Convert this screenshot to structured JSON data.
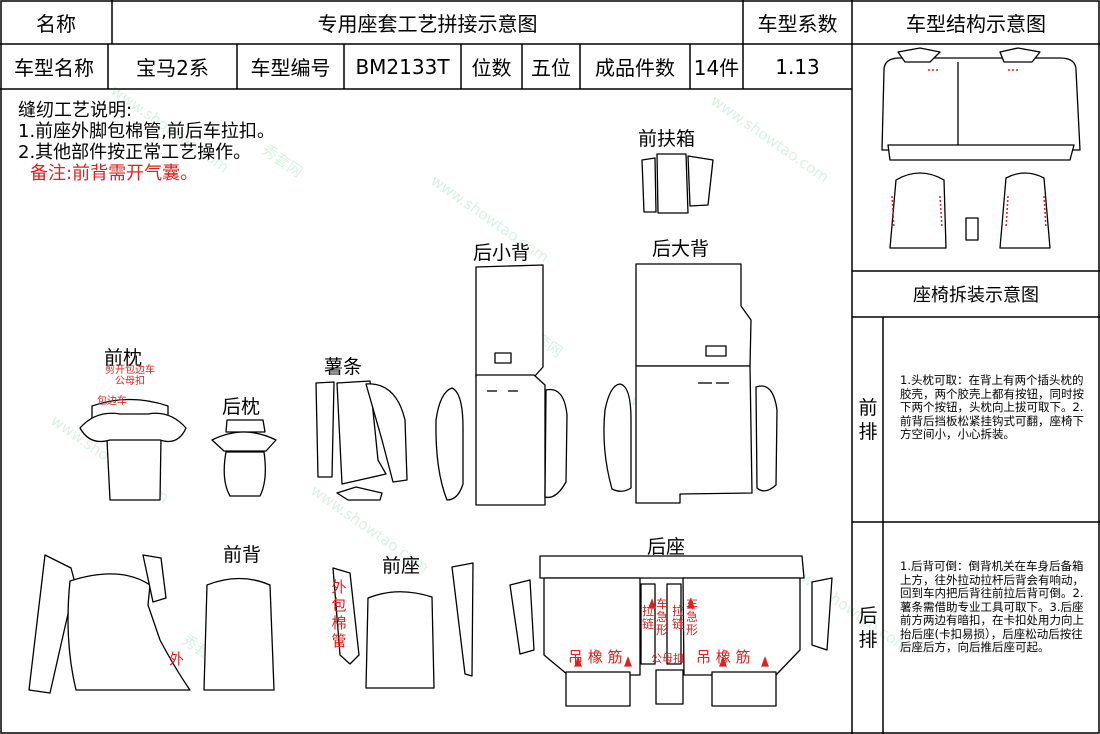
{
  "header": {
    "name_label": "名称",
    "title": "专用座套工艺拼接示意图",
    "coef_label": "车型系数",
    "structure_label": "车型结构示意图"
  },
  "info": {
    "model_name_label": "车型名称",
    "model_name": "宝马2系",
    "model_code_label": "车型编号",
    "model_code": "BM2133T",
    "seats_label": "位数",
    "seats": "五位",
    "pieces_label": "成品件数",
    "pieces": "14件",
    "coef": "1.13"
  },
  "notes": {
    "heading": "缝纫工艺说明:",
    "line1": "1.前座外脚包棉管,前后车拉扣。",
    "line2": "2.其他部件按正常工艺操作。",
    "remark": "备注:前背需开气囊。"
  },
  "parts": {
    "front_armrest": "前扶箱",
    "rear_small_back": "后小背",
    "rear_big_back": "后大背",
    "front_headrest": "前枕",
    "rear_headrest": "后枕",
    "strip": "薯条",
    "front_back": "前背",
    "front_seat": "前座",
    "rear_seat": "后座"
  },
  "annotations": {
    "headrest_note": "剪开包边车公母扣",
    "piping": "包边车",
    "outer": "外",
    "outer_piping": [
      "外",
      "包",
      "棉",
      "管"
    ],
    "hang_reed_left": "吊 橡 筋",
    "hang_reed_right": "吊 橡 筋",
    "snap": "公母扣",
    "pull_deform_1": [
      "拉",
      "链"
    ],
    "pull_deform_2": [
      "车",
      "急",
      "形"
    ],
    "pull_deform_3": [
      "拉",
      "链"
    ],
    "pull_deform_4": [
      "车",
      "急",
      "形"
    ]
  },
  "sidebar": {
    "disassembly_title": "座椅拆装示意图",
    "front_row_label": "前排",
    "front_row_text": "1.头枕可取：在背上有两个插头枕的胶壳，两个胶壳上都有按钮，同时按下两个按钮，头枕向上拔可取下。2.前背后挡板松紧挂钩式可翻，座椅下方空间小，小心拆装。",
    "rear_row_label": "后排",
    "rear_row_text": "1.后背可倒：倒背机关在车身后备箱上方，往外拉动拉杆后背会有响动，回到车内把后背往前拉后背可倒。2.薯条需借助专业工具可取下。3.后座前方两边有暗扣，在卡扣处用力向上抬后座(卡扣易损），后座松动后按往后座后方，向后推后座可起。"
  },
  "watermark": {
    "site": "秀套网",
    "url": "www.showtao.com"
  }
}
